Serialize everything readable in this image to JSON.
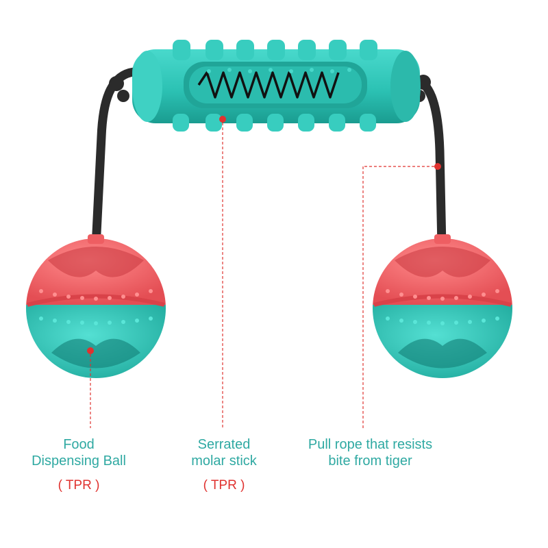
{
  "colors": {
    "teal": "#2ec4b6",
    "coral": "#ee5e62",
    "rope": "#2b2b2b",
    "callout": "#e0322f",
    "label_text": "#2fa9a2"
  },
  "labels": {
    "ball": {
      "line1": "Food",
      "line2": "Dispensing Ball",
      "material": "( TPR )"
    },
    "stick": {
      "line1": "Serrated",
      "line2": "molar stick",
      "material": "( TPR )"
    },
    "rope": {
      "line1": "Pull rope that resists",
      "line2": "bite from tiger"
    }
  }
}
